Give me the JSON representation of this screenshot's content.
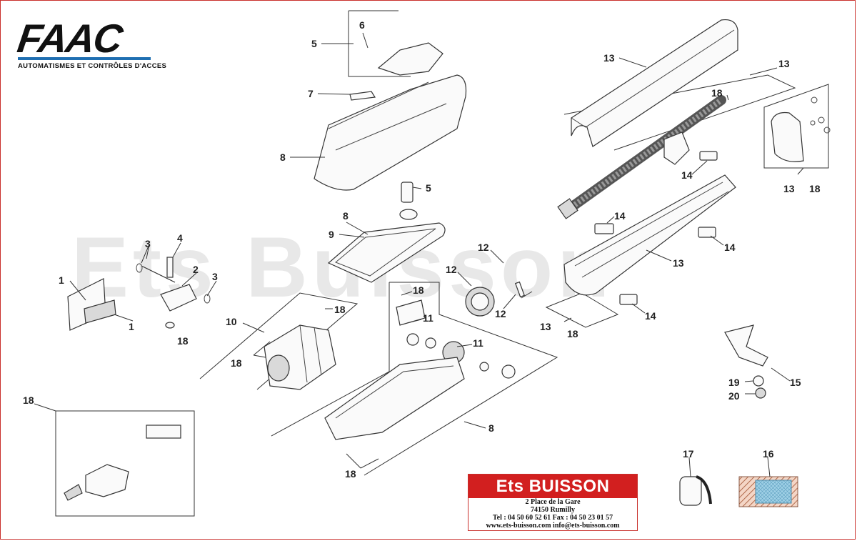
{
  "brand": {
    "logo_text": "FAAC",
    "tagline": "AUTOMATISMES ET CONTRÔLES D'ACCES",
    "accent_color": "#1f6fb2"
  },
  "watermark": "Ets Buisson",
  "dealer": {
    "name": "Ets BUISSON",
    "address": "2 Place de la Gare",
    "city": "74150 Rumilly",
    "phone_fax": "Tel : 04 50 60 52 61  Fax : 04 50 23 01 57",
    "web_email": "www.ets-buisson.com   info@ets-buisson.com",
    "brand_color": "#d21f1f"
  },
  "callouts": {
    "c1a": "1",
    "c1b": "1",
    "c2": "2",
    "c3a": "3",
    "c3b": "3",
    "c4": "4",
    "c5a": "5",
    "c5b": "5",
    "c6": "6",
    "c7": "7",
    "c8a": "8",
    "c8b": "8",
    "c8c": "8",
    "c9": "9",
    "c10": "10",
    "c11a": "11",
    "c11b": "11",
    "c12a": "12",
    "c12b": "12",
    "c12c": "12",
    "c13a": "13",
    "c13b": "13",
    "c13c": "13",
    "c13d": "13",
    "c13e": "13",
    "c14a": "14",
    "c14b": "14",
    "c14c": "14",
    "c14d": "14",
    "c15": "15",
    "c16": "16",
    "c17": "17",
    "c18a": "18",
    "c18b": "18",
    "c18c": "18",
    "c18d": "18",
    "c18e": "18",
    "c18f": "18",
    "c18g": "18",
    "c18h": "18",
    "c18i": "18",
    "c19": "19",
    "c20": "20"
  }
}
